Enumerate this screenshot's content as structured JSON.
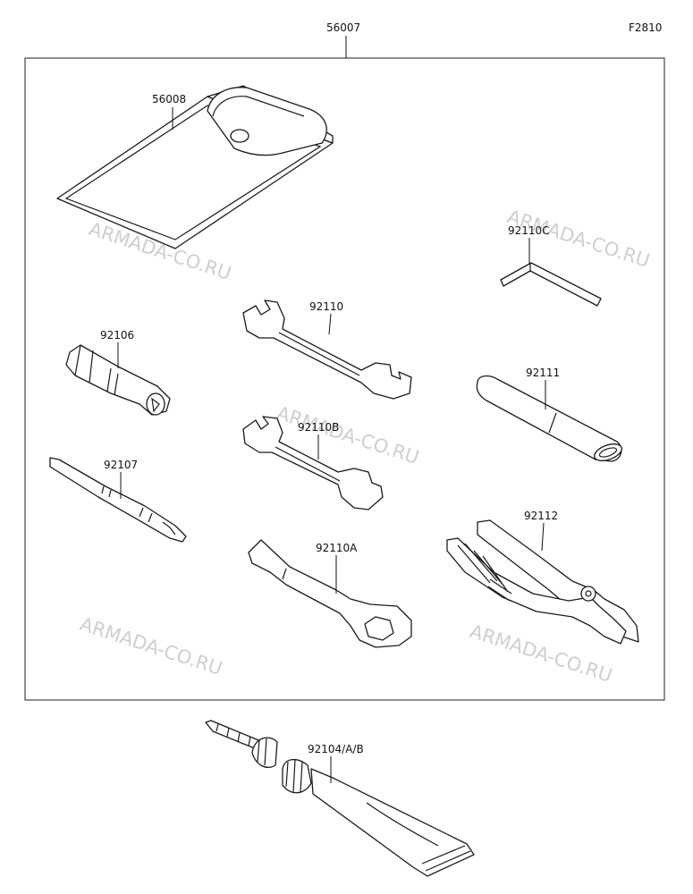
{
  "diagram_code": "F2810",
  "set_label": "56007",
  "parts": {
    "pouch": "56008",
    "hex_key": "92110C",
    "socket_driver": "92106",
    "wrench_17x19": "92110",
    "extension_bar": "92111",
    "wrench_small": "92110B",
    "screwdriver": "92107",
    "pliers": "92112",
    "ring_spanner": "92110A",
    "repair_tube": "92104/A/B"
  },
  "watermark": "ARMADA-CO.RU"
}
